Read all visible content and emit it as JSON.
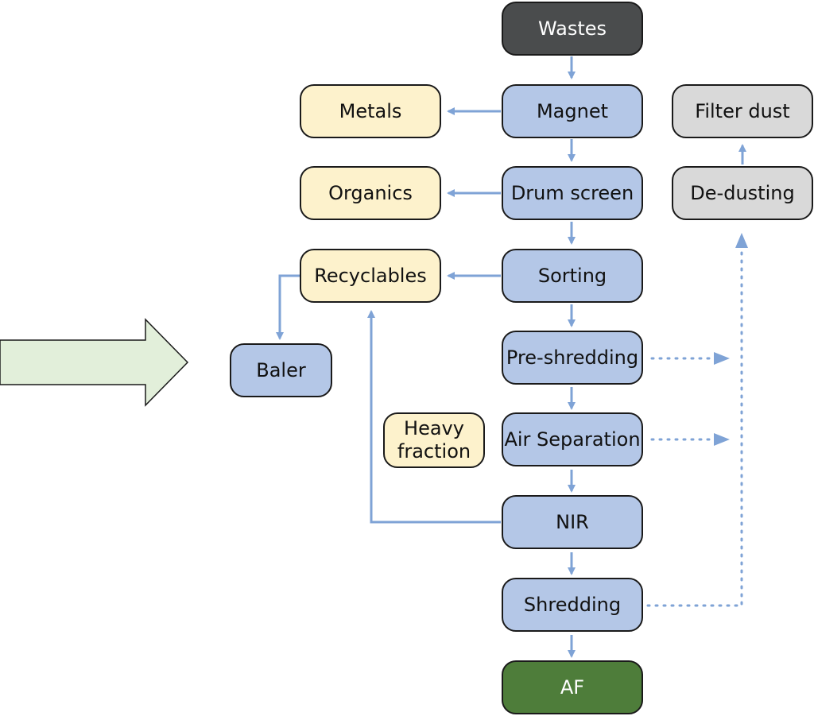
{
  "nodes": {
    "wastes": "Wastes",
    "magnet": "Magnet",
    "drum_screen": "Drum screen",
    "sorting": "Sorting",
    "pre_shredding": "Pre-shredding",
    "air_separation": "Air Separation",
    "nir": "NIR",
    "shredding": "Shredding",
    "af": "AF",
    "metals": "Metals",
    "organics": "Organics",
    "recyclables": "Recyclables",
    "baler": "Baler",
    "heavy_fraction_line1": "Heavy",
    "heavy_fraction_line2": "fraction",
    "filter_dust": "Filter dust",
    "de_dusting": "De-dusting"
  },
  "colors": {
    "process": "#b4c7e7",
    "output": "#fdf2cc",
    "dust": "#d9d9d9",
    "input": "#4a4c4d",
    "product": "#4e7d3a",
    "arrow": "#7fa3d6",
    "big_arrow_fill": "#e2efda"
  }
}
